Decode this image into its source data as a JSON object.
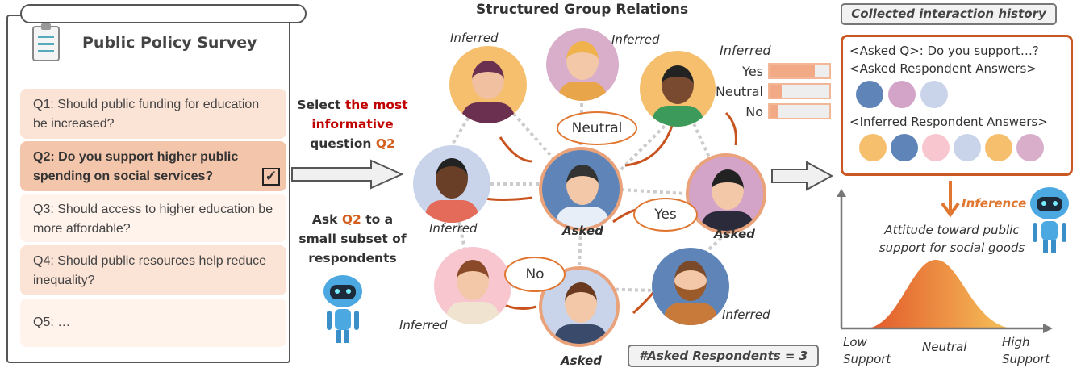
{
  "survey": {
    "title": "Public Policy Survey",
    "questions": [
      {
        "label": "Q1: Should public funding for education be increased?",
        "selected": false
      },
      {
        "label": "Q2: Do you support higher public spending on social services?",
        "selected": true
      },
      {
        "label": "Q3: Should access to higher education be more affordable?",
        "selected": false
      },
      {
        "label": "Q4: Should public resources help reduce inequality?",
        "selected": false
      },
      {
        "label": "Q5: …",
        "selected": false
      }
    ]
  },
  "middle": {
    "select_pre": "Select ",
    "select_hl": "the most informative",
    "select_post": " question ",
    "q": "Q2",
    "ask_pre": "Ask ",
    "ask_post": " to a small subset of respondents"
  },
  "graph": {
    "title": "Structured Group Relations",
    "inferred": "Inferred",
    "asked": "Asked",
    "answers": {
      "neutral": "Neutral",
      "yes": "Yes",
      "no": "No"
    },
    "asked_count": "#Asked Respondents = 3",
    "inferred_dist": {
      "label": "Inferred",
      "rows": [
        {
          "label": "Yes",
          "value": 0.75
        },
        {
          "label": "Neutral",
          "value": 0.2
        },
        {
          "label": "No",
          "value": 0.13
        }
      ]
    }
  },
  "history": {
    "title": "Collected interaction history",
    "line1": "<Asked Q>: Do you support…?",
    "line2": "<Asked Respondent Answers>",
    "line3": "<Inferred Respondent Answers>"
  },
  "inference": {
    "label": "Inference",
    "chart_title": "Attitude toward public support for social goods",
    "x_low": "Low Support",
    "x_mid": "Neutral",
    "x_high": "High Support"
  },
  "colors": {
    "accent": "#d55f1e",
    "highlight": "#c00000",
    "question_bg": "#fbe3d6",
    "selected_bg": "#f3c6ab"
  }
}
